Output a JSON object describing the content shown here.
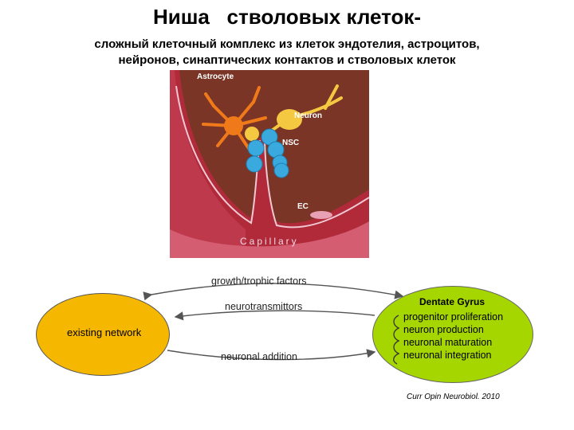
{
  "title": "Ниша   стволовых клеток-",
  "subtitle": {
    "line1": "сложный клеточный комплекс из клеток эндотелия, астроцитов,",
    "line2": "нейронов, синаптических контактов и стволовых клеток"
  },
  "niche": {
    "labels": {
      "astrocyte": "Astrocyte",
      "neuron": "Neuron",
      "nsc": "NSC",
      "ec": "EC",
      "capillary": "Capillary"
    },
    "colors": {
      "background": "#7a3527",
      "vessel": "#b02a3a",
      "astrocyte": "#f07a1a",
      "neuron": "#f5c842",
      "nsc": "#3aa9de"
    }
  },
  "network": {
    "left_node": "existing network",
    "right_node": {
      "title": "Dentate Gyrus",
      "items": [
        "progenitor proliferation",
        "neuron production",
        "neuronal maturation",
        "neuronal integration"
      ]
    },
    "arrows": [
      "growth/trophic factors",
      "neurotransmittors",
      "neuronal addition"
    ],
    "colors": {
      "left_node": "#f5b700",
      "right_node": "#a6d600"
    }
  },
  "citation": "Curr Opin Neurobiol. 2010"
}
